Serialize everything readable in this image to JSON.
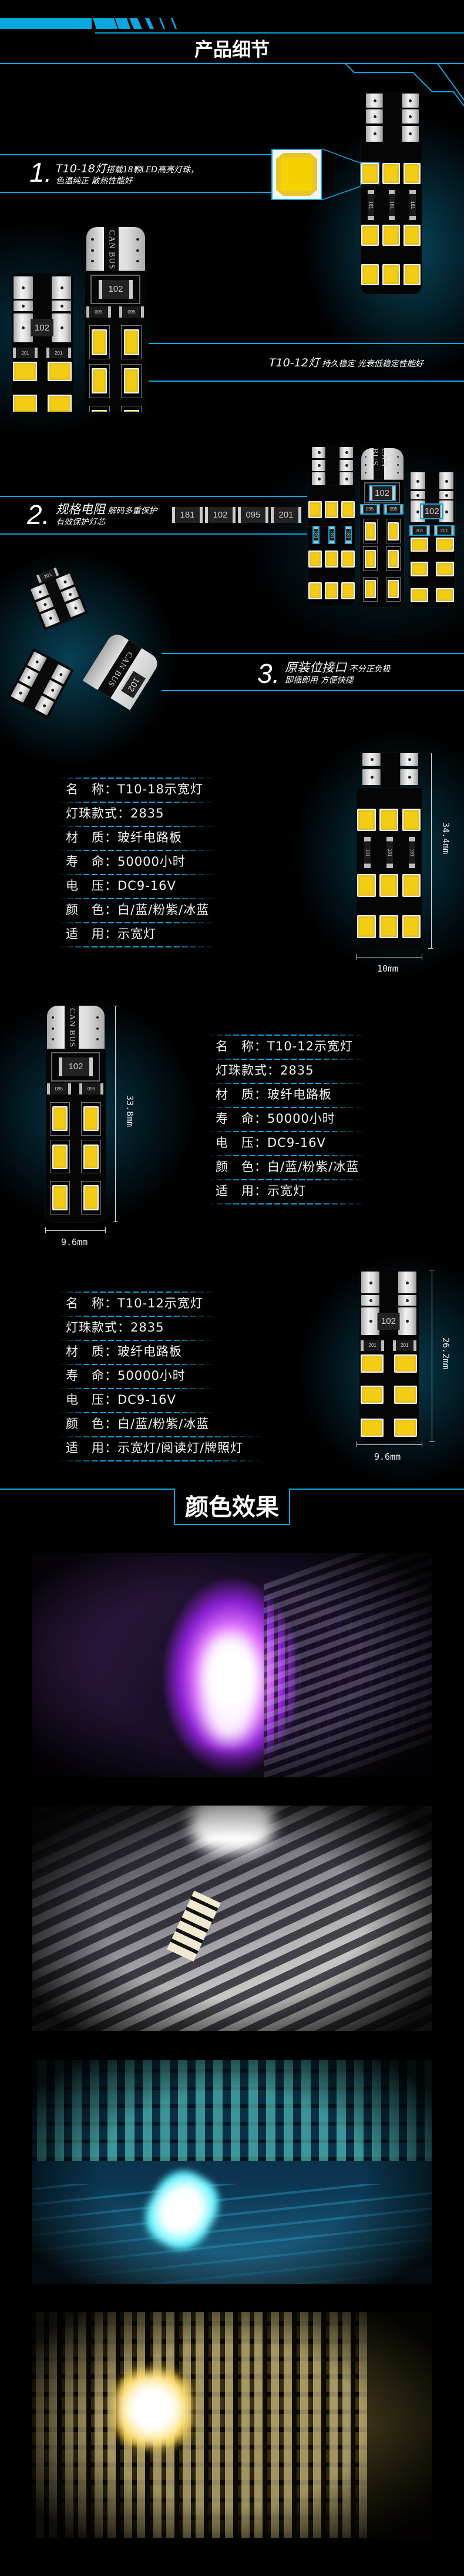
{
  "header": {
    "title": "产品细节"
  },
  "features": [
    {
      "num": "1.",
      "title": "T10-18灯",
      "title_rest": "搭载18颗LED高亮灯珠，",
      "line2": "色温纯正 散热性能好"
    },
    {
      "num": "2.",
      "title": "规格电阻",
      "title_rest": " 解码多重保护",
      "line2": "有效保护灯芯"
    },
    {
      "num": "3.",
      "title": "原装位接口",
      "title_rest": " 不分正负极",
      "line2": "即插即用 方便快捷"
    }
  ],
  "tagline": {
    "title": "T10-12灯",
    "rest": " 持久稳定 光衰低稳定性能好"
  },
  "resistor_codes": [
    "181",
    "102",
    "095",
    "201"
  ],
  "lamp_labels": {
    "canbus": "CAN BUS",
    "r102": "102",
    "r095": "095",
    "r201": "201",
    "r181": "181"
  },
  "specs": [
    {
      "rows": [
        {
          "label": "名　称：",
          "value": "T10-18示宽灯"
        },
        {
          "label": "灯珠款式：",
          "value": "2835"
        },
        {
          "label": "材　质：",
          "value": "玻纤电路板"
        },
        {
          "label": "寿　命：",
          "value": "50000小时"
        },
        {
          "label": "电　压：",
          "value": "DC9-16V"
        },
        {
          "label": "颜　色：",
          "value": "白/蓝/粉紫/冰蓝"
        },
        {
          "label": "适　用：",
          "value": "示宽灯"
        }
      ],
      "height": "34.4mm",
      "width": "10mm"
    },
    {
      "rows": [
        {
          "label": "名　称：",
          "value": "T10-12示宽灯"
        },
        {
          "label": "灯珠款式：",
          "value": "2835"
        },
        {
          "label": "材　质：",
          "value": "玻纤电路板"
        },
        {
          "label": "寿　命：",
          "value": "50000小时"
        },
        {
          "label": "电　压：",
          "value": "DC9-16V"
        },
        {
          "label": "颜　色：",
          "value": "白/蓝/粉紫/冰蓝"
        },
        {
          "label": "适　用：",
          "value": "示宽灯"
        }
      ],
      "height": "33.8mm",
      "width": "9.6mm"
    },
    {
      "rows": [
        {
          "label": "名　称：",
          "value": "T10-12示宽灯"
        },
        {
          "label": "灯珠款式：",
          "value": "2835"
        },
        {
          "label": "材　质：",
          "value": "玻纤电路板"
        },
        {
          "label": "寿　命：",
          "value": "50000小时"
        },
        {
          "label": "电　压：",
          "value": "DC9-16V"
        },
        {
          "label": "颜　色：",
          "value": "白/蓝/粉紫/冰蓝"
        },
        {
          "label": "适　用：",
          "value": "示宽灯/阅读灯/牌照灯"
        }
      ],
      "height": "26.2mm",
      "width": "9.6mm"
    }
  ],
  "color_section": {
    "title": "颜色效果"
  },
  "photos": [
    {
      "color": "purple",
      "hex": "#c040ff"
    },
    {
      "color": "white",
      "hex": "#ffffff"
    },
    {
      "color": "ice-blue",
      "hex": "#30e0ff"
    },
    {
      "color": "yellow",
      "hex": "#ffd030"
    }
  ],
  "colors": {
    "accent": "#0aa6df",
    "led": "#f3cc14",
    "background": "#000000"
  }
}
